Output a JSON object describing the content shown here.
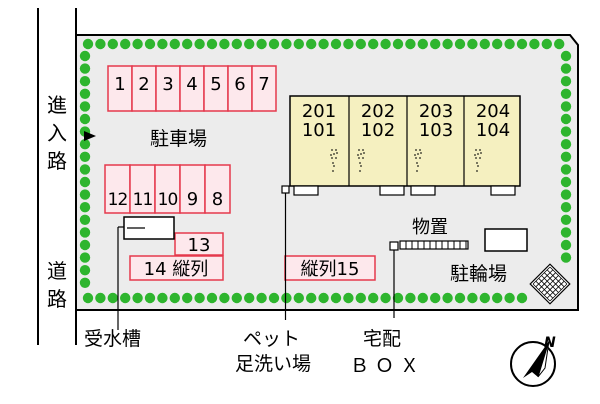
{
  "road_labels": {
    "entry_road": [
      "進",
      "入",
      "路"
    ],
    "road": [
      "道",
      "路"
    ]
  },
  "parking": {
    "label": "駐車場",
    "row_top": [
      "1",
      "2",
      "3",
      "4",
      "5",
      "6",
      "7"
    ],
    "row_bottom": [
      "12",
      "11",
      "10",
      "9",
      "8"
    ],
    "space_13": "13",
    "space_14": "14 縦列",
    "space_15": "縦列15"
  },
  "units": [
    {
      "upper": "201",
      "lower": "101"
    },
    {
      "upper": "202",
      "lower": "102"
    },
    {
      "upper": "203",
      "lower": "103"
    },
    {
      "upper": "204",
      "lower": "104"
    }
  ],
  "facilities": {
    "storage": "物置",
    "bicycle_parking": "駐輪場",
    "water_tank": "受水槽",
    "pet_foot_wash": [
      "ペット",
      "足洗い場"
    ],
    "delivery_box": [
      "宅配",
      "ＢＯＸ"
    ]
  },
  "compass": {
    "north_label": "N"
  },
  "colors": {
    "parking_stroke": "#e5394d",
    "parking_fill": "#fde8ec",
    "building_fill": "#f5f0c0",
    "lot_fill": "#ececec",
    "hedge": "#2eb52e"
  }
}
